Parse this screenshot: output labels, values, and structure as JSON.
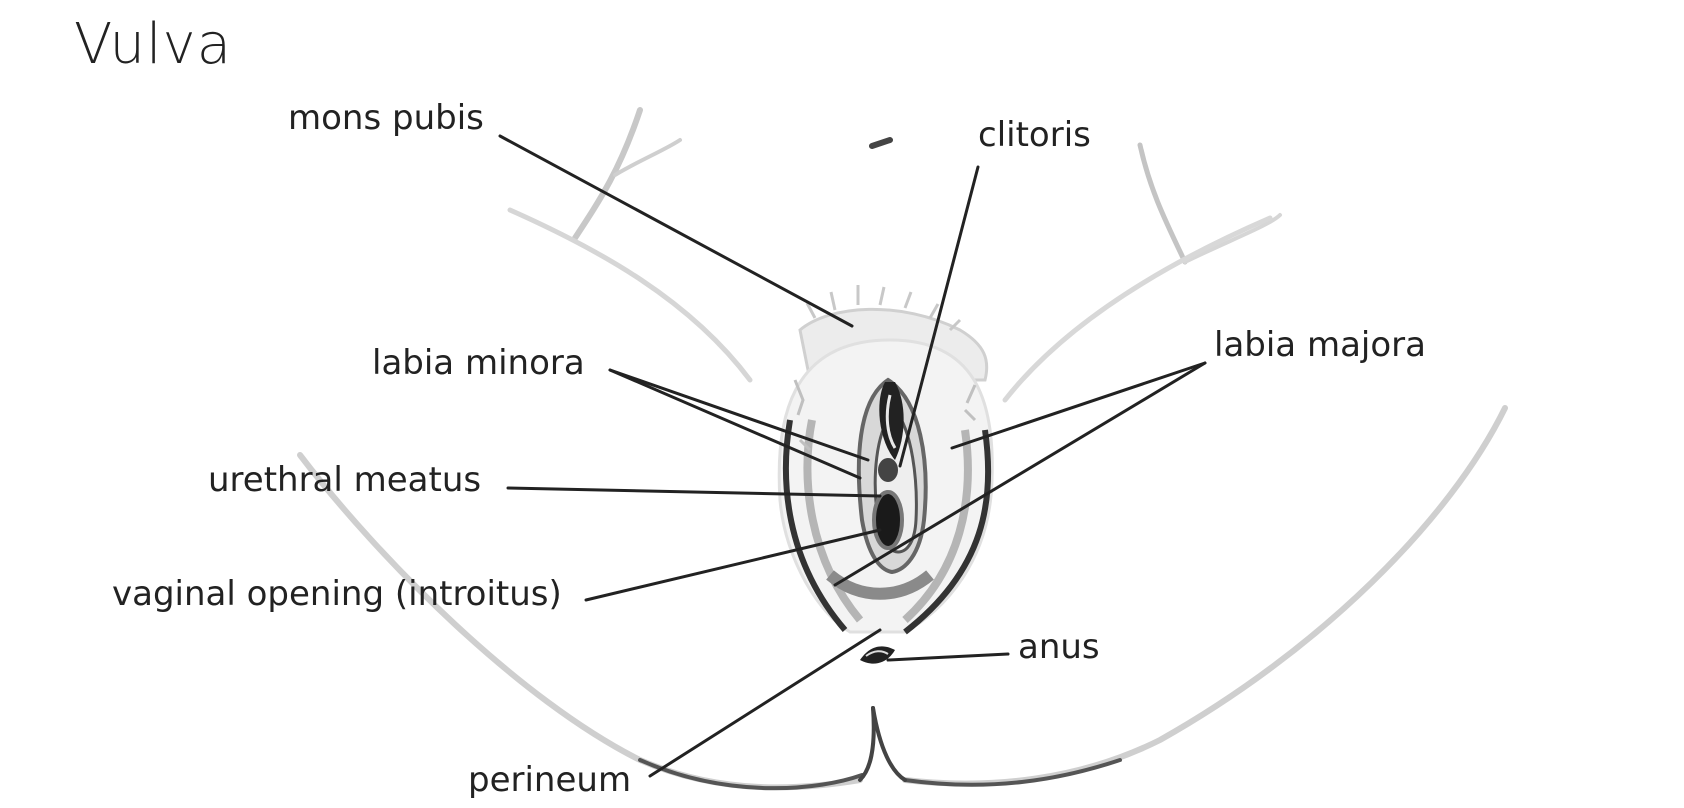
{
  "diagram": {
    "title": "Vulva",
    "labels": {
      "mons_pubis": "mons pubis",
      "clitoris": "clitoris",
      "labia_minora": "labia minora",
      "labia_majora": "labia majora",
      "urethral_meatus": "urethral meatus",
      "vaginal_opening": "vaginal opening (introitus)",
      "anus": "anus",
      "perineum": "perineum"
    }
  }
}
